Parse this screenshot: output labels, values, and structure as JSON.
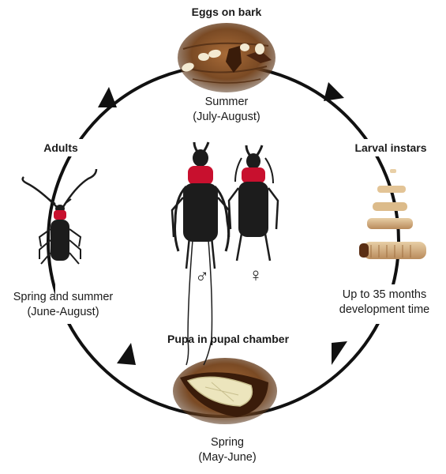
{
  "stages": {
    "eggs": {
      "title": "Eggs on bark",
      "line1": "Summer",
      "line2": "(July-August)"
    },
    "larvae": {
      "title": "Larval instars",
      "line1": "Up to 35 months",
      "line2": "development time"
    },
    "pupa": {
      "title": "Pupa in pupal chamber",
      "line1": "Spring",
      "line2": "(May-June)"
    },
    "adults": {
      "title": "Adults",
      "line1": "Spring and summer",
      "line2": "(June-August)"
    }
  },
  "sex_symbols": {
    "male": "♂",
    "female": "♀"
  },
  "colors": {
    "cycle_line": "#111111",
    "beetle_body": "#1c1c1c",
    "pronotum": "#c8102e",
    "bark": "#7a4a24",
    "egg": "#f3ead2",
    "larva": "#d9b98c",
    "pupa": "#ece5bd"
  }
}
